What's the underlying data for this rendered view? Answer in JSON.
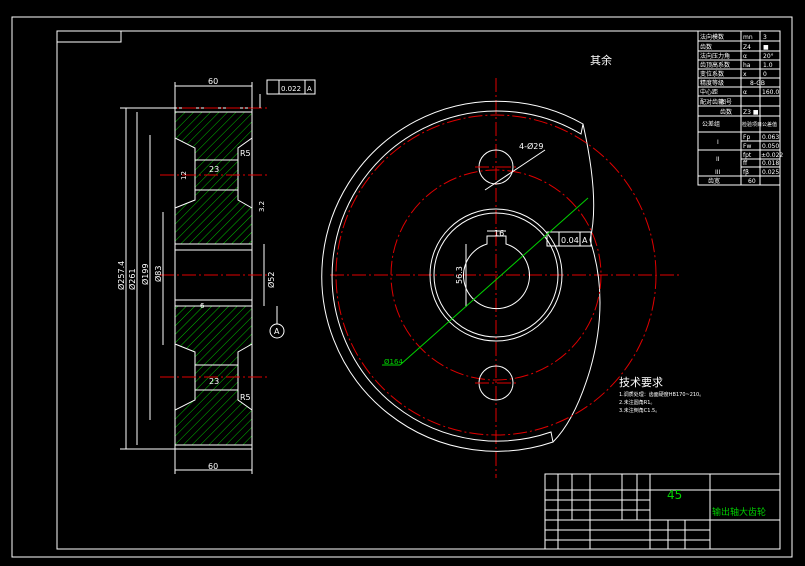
{
  "drawing": {
    "surface_note": "其余",
    "tech_title": "技术要求",
    "tech_notes": [
      "1.调质处理：齿面硬度HB170~210。",
      "2.未注圆角R1。",
      "3.未注倒角C1.5。"
    ],
    "material": "45",
    "part_name": "输出轴大齿轮"
  },
  "dimensions": {
    "width_top": "60",
    "width_bottom": "60",
    "flatness_top": "0.022",
    "datum_a": "A",
    "d_tip": "Ø257.4",
    "d_root": "Ø261",
    "d_web": "Ø199",
    "d_hub": "Ø83",
    "d_bore_side": "Ø52",
    "d_pitch_circle": "Ø164",
    "web_hole_label": "4-Ø29",
    "keyway_width": "16",
    "keyway_depth": "56.3",
    "runout_front": "0.04",
    "radius_top": "R5",
    "radius_bottom": "R5",
    "width_23_top": "23",
    "width_23_bottom": "23",
    "roughness_12": "12",
    "roughness_6": "6",
    "roughness_3": "3.2"
  },
  "params": {
    "rows": [
      {
        "name": "法向模数",
        "sym": "mn",
        "val": "3"
      },
      {
        "name": "齿数",
        "sym": "Z4",
        "val": "■"
      },
      {
        "name": "法向压力角",
        "sym": "α",
        "val": "20°"
      },
      {
        "name": "齿顶高系数",
        "sym": "ha",
        "val": "1.0"
      },
      {
        "name": "变位系数",
        "sym": "x",
        "val": "0"
      },
      {
        "name": "精度等级",
        "sym": "",
        "val": "8-GB"
      },
      {
        "name": "中心距",
        "sym": "α",
        "val": "160.0"
      },
      {
        "name": "配对齿轮",
        "sym": "图号",
        "val": ""
      },
      {
        "name": "",
        "sym": "齿数",
        "val": "Z3 ■"
      },
      {
        "name": "公差组",
        "sym": "检验项目",
        "val": "公差值"
      }
    ],
    "groups": [
      {
        "grp": "I",
        "items": [
          {
            "sym": "Fp",
            "val": "0.063"
          },
          {
            "sym": "Fw",
            "val": "0.050"
          }
        ]
      },
      {
        "grp": "II",
        "items": [
          {
            "sym": "fpt",
            "val": "±0.022"
          },
          {
            "sym": "ff",
            "val": "0.018"
          }
        ]
      },
      {
        "grp": "III",
        "items": [
          {
            "sym": "fβ",
            "val": "0.025"
          }
        ]
      }
    ],
    "tooth_width_label": "齿宽",
    "tooth_width_val": "60"
  }
}
